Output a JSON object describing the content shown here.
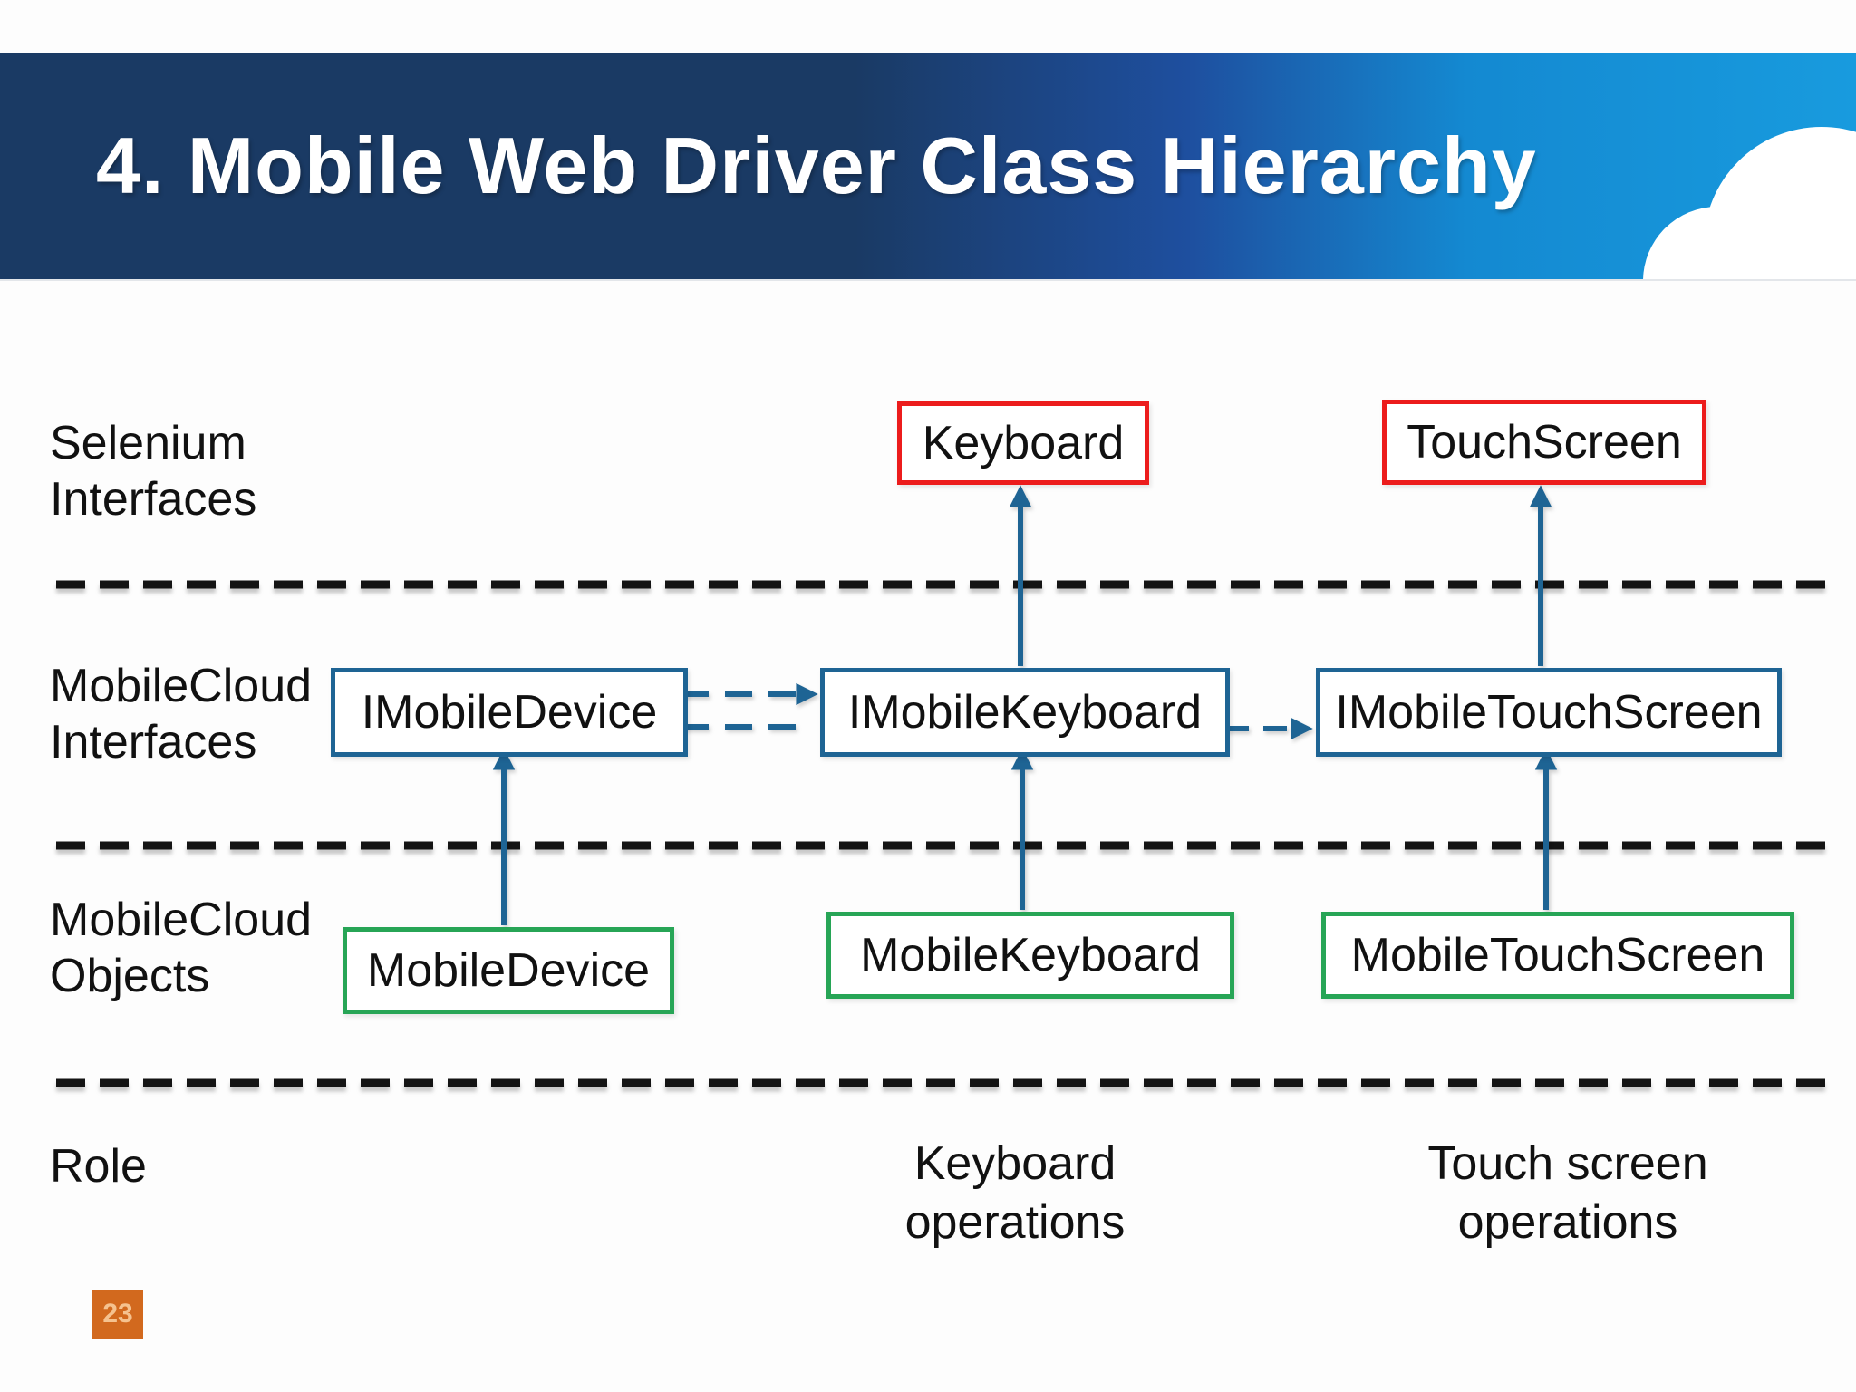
{
  "header": {
    "title": "4. Mobile Web Driver Class Hierarchy"
  },
  "rows": [
    {
      "line1": "Selenium",
      "line2": "Interfaces"
    },
    {
      "line1": "MobileCloud",
      "line2": "Interfaces"
    },
    {
      "line1": "MobileCloud",
      "line2": "Objects"
    },
    {
      "line1": "Role"
    }
  ],
  "boxes": {
    "keyboard": {
      "label": "Keyboard",
      "border_color": "#ec1c1c"
    },
    "touchscreen": {
      "label": "TouchScreen",
      "border_color": "#ec1c1c"
    },
    "imobile_device": {
      "label": "IMobileDevice",
      "border_color": "#1e6494"
    },
    "imobile_keyboard": {
      "label": "IMobileKeyboard",
      "border_color": "#1e6494"
    },
    "imobile_touchscreen": {
      "label": "IMobileTouchScreen",
      "border_color": "#1e6494"
    },
    "mobile_device": {
      "label": "MobileDevice",
      "border_color": "#27a556"
    },
    "mobile_keyboard": {
      "label": "MobileKeyboard",
      "border_color": "#27a556"
    },
    "mobile_touchscreen": {
      "label": "MobileTouchScreen",
      "border_color": "#27a556"
    }
  },
  "role_captions": {
    "keyboard_line1": "Keyboard",
    "keyboard_line2": "operations",
    "touch_line1": "Touch screen",
    "touch_line2": "operations"
  },
  "footer": {
    "page_number": "23"
  },
  "colors": {
    "banner_navy": "#1a3a64",
    "banner_azure": "#1489d1",
    "selenium_box_red": "#ec1c1c",
    "interface_box_blue": "#1e6494",
    "object_box_green": "#27a556",
    "arrow_blue": "#1e6494",
    "separator_black": "#141414",
    "page_badge_orange": "#d2691e"
  }
}
